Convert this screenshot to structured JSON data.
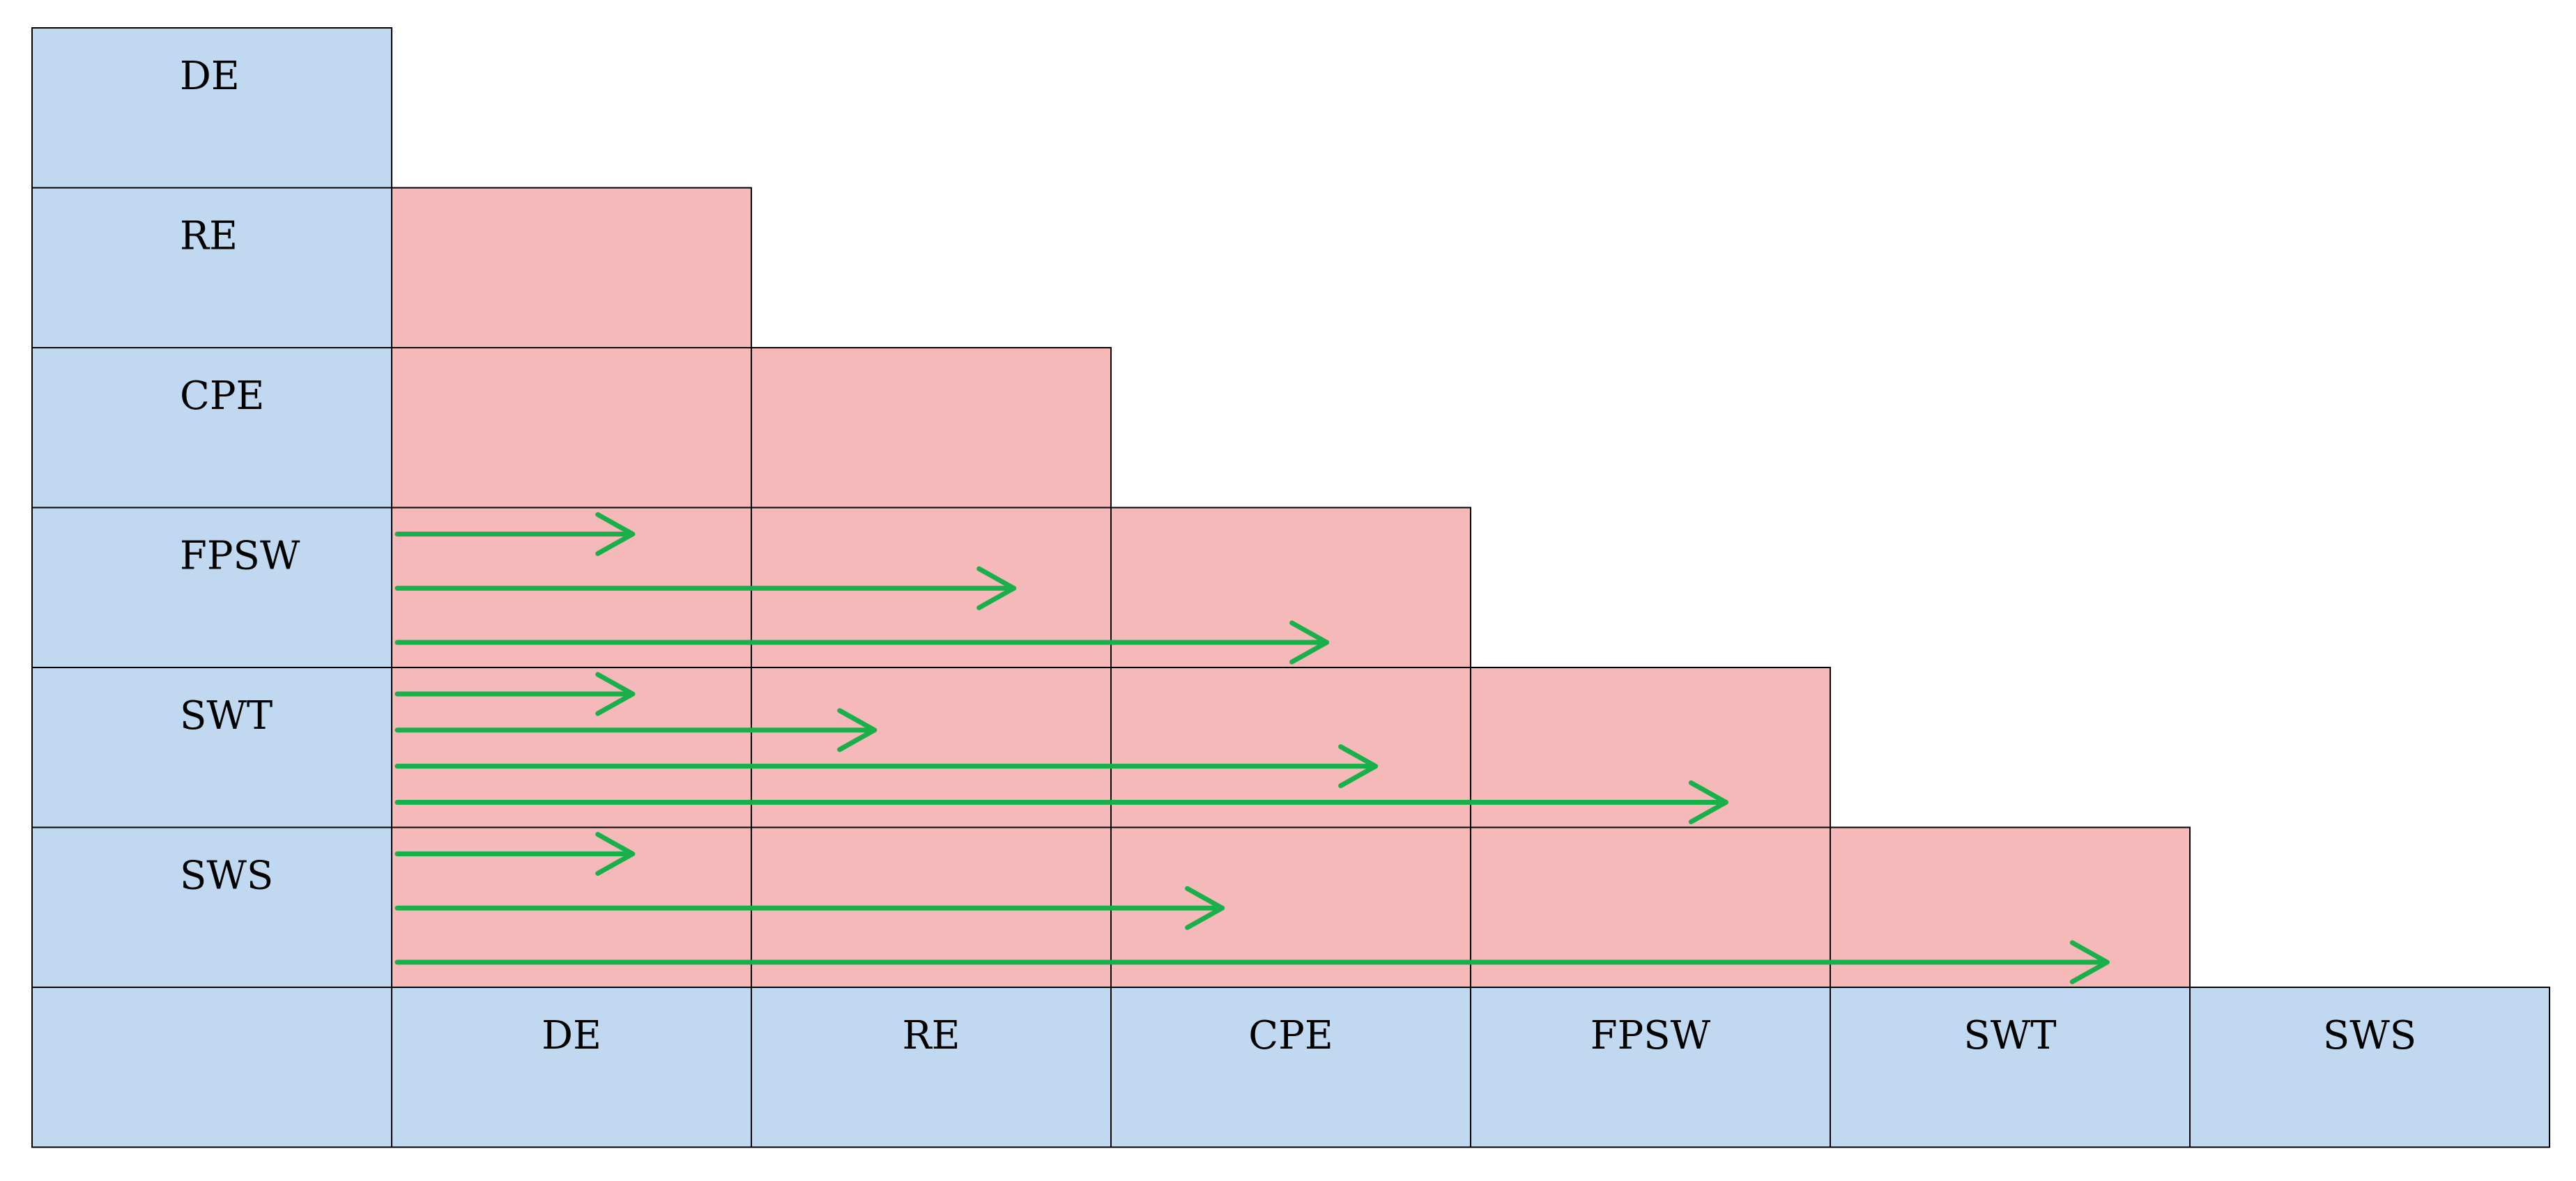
{
  "colors": {
    "header_fill": "#c0d8f0",
    "cell_fill": "#f4b9b8",
    "border": "#000000",
    "arrow": "#19b04b"
  },
  "row_labels": [
    "DE",
    "RE",
    "CPE",
    "FPSW",
    "SWT",
    "SWS"
  ],
  "col_labels": [
    "DE",
    "RE",
    "CPE",
    "FPSW",
    "SWT",
    "SWS"
  ],
  "arrows": [
    {
      "from_row": "FPSW",
      "to_col": "DE"
    },
    {
      "from_row": "FPSW",
      "to_col": "RE"
    },
    {
      "from_row": "FPSW",
      "to_col": "CPE"
    },
    {
      "from_row": "SWT",
      "to_col": "DE"
    },
    {
      "from_row": "SWT",
      "to_col": "RE"
    },
    {
      "from_row": "SWT",
      "to_col": "CPE"
    },
    {
      "from_row": "SWT",
      "to_col": "FPSW"
    },
    {
      "from_row": "SWS",
      "to_col": "DE"
    },
    {
      "from_row": "SWS",
      "to_col": "CPE"
    },
    {
      "from_row": "SWS",
      "to_col": "SWT"
    }
  ]
}
